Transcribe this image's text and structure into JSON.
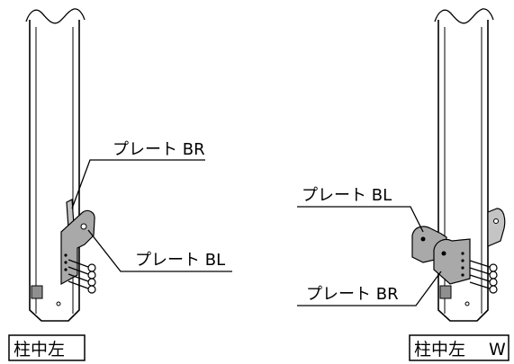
{
  "left_figure": {
    "label_plate_br": "プレート BR",
    "label_plate_bl": "プレート BL",
    "caption": "柱中左"
  },
  "right_figure": {
    "label_plate_bl": "プレート BL",
    "label_plate_br": "プレート BR",
    "caption": "柱中左",
    "caption_suffix": "W"
  }
}
